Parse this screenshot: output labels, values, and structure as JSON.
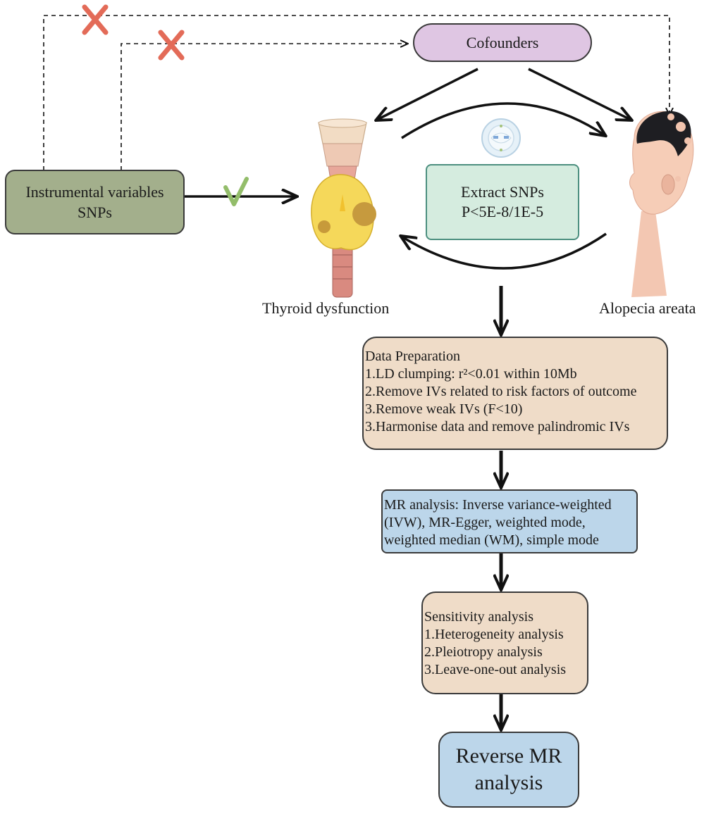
{
  "cofounders": {
    "label": "Cofounders",
    "color": "#dfc6e3"
  },
  "instruments": {
    "line1": "Instrumental variables",
    "line2": "SNPs",
    "color": "#a3af8c"
  },
  "extract": {
    "line1": "Extract SNPs",
    "line2": "P<5E-8/1E-5",
    "color": "#d5ecdf"
  },
  "exposure_label": "Thyroid dysfunction",
  "outcome_label": "Alopecia areata",
  "data_prep": {
    "title": "Data Preparation",
    "items": [
      "1.LD clumping: r²<0.01 within 10Mb",
      "2.Remove IVs related to risk factors of outcome",
      "3.Remove weak IVs (F<10)",
      "3.Harmonise data and remove palindromic IVs"
    ],
    "color": "#efdcc8"
  },
  "mr_analysis": {
    "lines": [
      "MR analysis: Inverse variance-weighted",
      "(IVW), MR-Egger, weighted mode,",
      "weighted median (WM), simple mode"
    ],
    "color": "#bcd6ea"
  },
  "sensitivity": {
    "title": "Sensitivity analysis",
    "items": [
      "1.Heterogeneity analysis",
      "2.Pleiotropy analysis",
      "3.Leave-one-out analysis"
    ],
    "color": "#efdcc8"
  },
  "reverse_mr": {
    "line1": "Reverse MR",
    "line2": "analysis",
    "color": "#bcd6ea"
  },
  "icons": {
    "cross": "cross-icon",
    "check": "check-icon",
    "thyroid": "thyroid-illustration",
    "head": "head-illustration",
    "cell": "cell-division-icon"
  },
  "colors": {
    "cross": "#e36b58",
    "check": "#93bd6a",
    "arrow": "#111111"
  }
}
